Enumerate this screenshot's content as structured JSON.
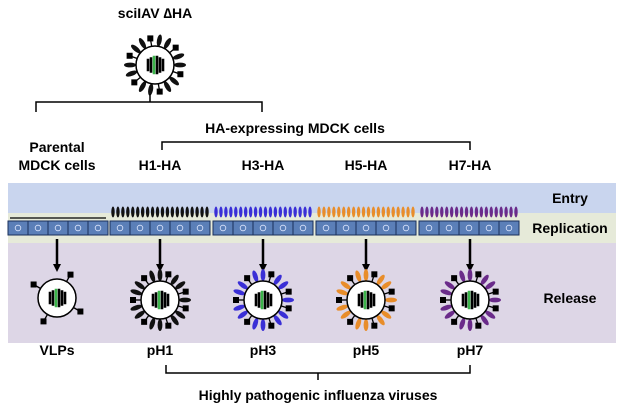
{
  "top_virus_label": "sciIAV ∆HA",
  "group_label": "HA-expressing MDCK cells",
  "parental_label": [
    "Parental",
    "MDCK cells"
  ],
  "columns": [
    {
      "header": "",
      "ha_color": "",
      "product": "VLPs"
    },
    {
      "header": "H1-HA",
      "ha_color": "#111111",
      "product": "pH1"
    },
    {
      "header": "H3-HA",
      "ha_color": "#3a2fd6",
      "product": "pH3"
    },
    {
      "header": "H5-HA",
      "ha_color": "#e88d2a",
      "product": "pH5"
    },
    {
      "header": "H7-HA",
      "ha_color": "#6a2b8a",
      "product": "pH7"
    }
  ],
  "stages": {
    "entry": "Entry",
    "replication": "Replication",
    "release": "Release"
  },
  "bottom_label": "Highly pathogenic influenza viruses",
  "colors": {
    "entry_band": "#c9d5ee",
    "replication_band": "#e6ead9",
    "release_band": "#ddd6e6",
    "cell_fill": "#5b7fb8",
    "genome_green": "#3bb54a"
  },
  "icons": [
    "virus-particle-icon",
    "ha-spike-icon",
    "na-spike-icon",
    "cell-nucleus-icon",
    "down-arrow-icon",
    "bracket-icon"
  ]
}
